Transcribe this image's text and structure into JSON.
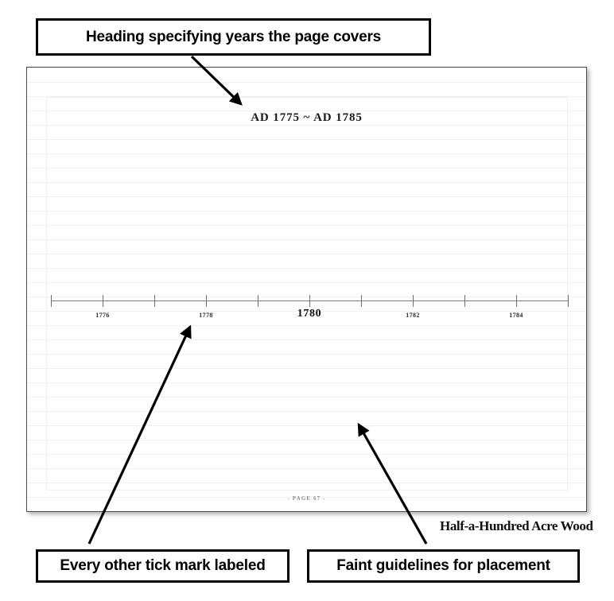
{
  "annotations": [
    {
      "id": "heading-note",
      "label": "Heading specifying years the page covers"
    },
    {
      "id": "ticks-note",
      "label": "Every other tick mark labeled"
    },
    {
      "id": "guides-note",
      "label": "Faint guidelines for placement"
    }
  ],
  "page": {
    "heading": "AD 1775 ~ AD 1785",
    "page_number": "- PAGE 67 -",
    "credit": "Half-a-Hundred Acre Wood"
  },
  "chart_data": {
    "type": "line",
    "title": "AD 1775 ~ AD 1785",
    "xlabel": "",
    "ylabel": "",
    "xlim": [
      1775,
      1785
    ],
    "grid": true,
    "legend": "none",
    "tick_interval": 1,
    "label_interval": 2,
    "ticks": [
      {
        "value": 1775,
        "label": "",
        "major": false
      },
      {
        "value": 1776,
        "label": "1776",
        "major": false
      },
      {
        "value": 1777,
        "label": "",
        "major": false
      },
      {
        "value": 1778,
        "label": "1778",
        "major": false
      },
      {
        "value": 1779,
        "label": "",
        "major": false
      },
      {
        "value": 1780,
        "label": "1780",
        "major": true
      },
      {
        "value": 1781,
        "label": "",
        "major": false
      },
      {
        "value": 1782,
        "label": "1782",
        "major": false
      },
      {
        "value": 1783,
        "label": "",
        "major": false
      },
      {
        "value": 1784,
        "label": "1784",
        "major": false
      },
      {
        "value": 1785,
        "label": "",
        "major": false
      }
    ],
    "series": []
  },
  "colors": {
    "callout_border": "#000000",
    "arrow": "#000000",
    "page_border": "#4c4c4c",
    "guideline": "#f1f1f1",
    "axis": "#7a7a7a",
    "tick": "#6e6e6e"
  }
}
